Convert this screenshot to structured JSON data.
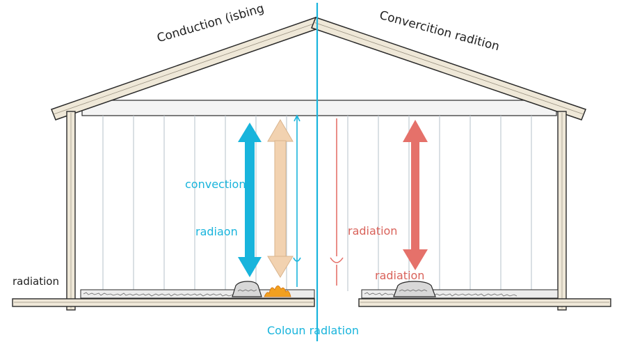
{
  "labels": {
    "roof_left": "Conduction (isbing",
    "roof_right": "Convercition radition",
    "convection": "convection",
    "radiaon": "radiaon",
    "radiation_mid": "radiation",
    "radiation_low": "radiation",
    "radiation_outside": "radiation",
    "bottom_caption": "Coloun radlation"
  },
  "colors": {
    "cyan": "#18b4dc",
    "tan": "#f2d2b0",
    "salmon": "#e5716a",
    "wood": "#efe8d8",
    "outline": "#2a2a2a",
    "flame": "#f2a020"
  }
}
